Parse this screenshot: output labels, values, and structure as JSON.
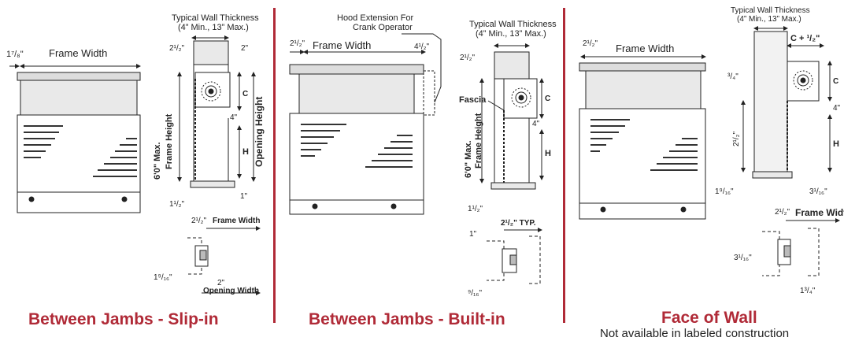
{
  "colors": {
    "accent": "#b02a37",
    "line": "#222222",
    "panel": "#e6e6e6"
  },
  "panels": [
    {
      "caption": "Between Jambs - Slip-in"
    },
    {
      "caption": "Between Jambs - Built-in"
    },
    {
      "caption": "Face of Wall",
      "note": "Not available in labeled construction"
    }
  ],
  "labels": {
    "frame_width": "Frame Width",
    "typical_wall": "Typical Wall Thickness",
    "wall_range": "(4” Min., 13” Max.)",
    "hood_ext_1": "Hood Extension For",
    "hood_ext_2": "Crank Operator",
    "max_6": "6'0\" Max.",
    "frame_height": "Frame Height",
    "opening_height": "Opening Height",
    "opening_width": "Opening Width",
    "fascia": "Fascia",
    "dim_1_7_8": "1⁷/₈\"",
    "dim_2_1_2": "2¹/₂\"",
    "dim_2_1_2_typ": "2¹/₂\" TYP.",
    "dim_2": "2\"",
    "dim_1": "1\"",
    "dim_1_1_2": "1¹/₂\"",
    "dim_1_9_16": "1⁹/₁₆\"",
    "dim_4": "4\"",
    "dim_4_1_2": "4¹/₂\"",
    "dim_9_16": "⁹/₁₆\"",
    "dim_3_4": "³/₄\"",
    "dim_1_3_4": "1³/₄\"",
    "dim_3_1_16": "3¹/₁₆\"",
    "dim_c_1_2": "C + ¹/₂\"",
    "c": "C",
    "h": "H"
  }
}
